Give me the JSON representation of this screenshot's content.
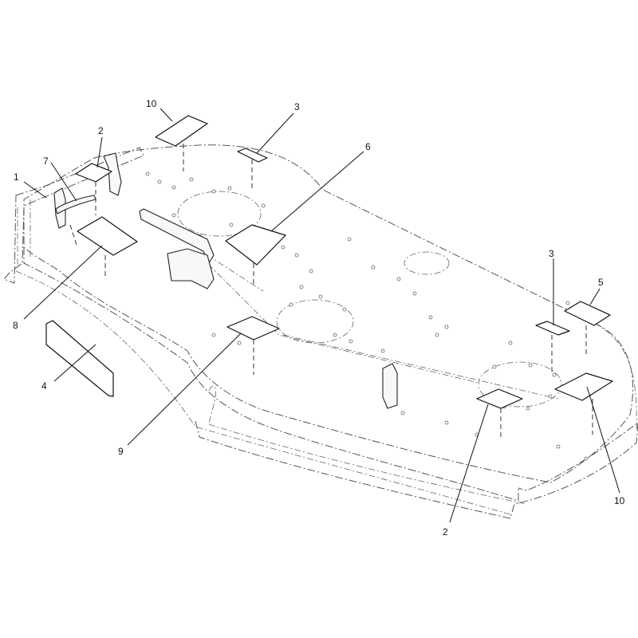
{
  "callouts": [
    {
      "id": "c1",
      "label": "1"
    },
    {
      "id": "c2a",
      "label": "2"
    },
    {
      "id": "c7",
      "label": "7"
    },
    {
      "id": "c10a",
      "label": "10"
    },
    {
      "id": "c3a",
      "label": "3"
    },
    {
      "id": "c6",
      "label": "6"
    },
    {
      "id": "c8",
      "label": "8"
    },
    {
      "id": "c4",
      "label": "4"
    },
    {
      "id": "c9",
      "label": "9"
    },
    {
      "id": "c3b",
      "label": "3"
    },
    {
      "id": "c5",
      "label": "5"
    },
    {
      "id": "c10b",
      "label": "10"
    },
    {
      "id": "c2b",
      "label": "2"
    }
  ]
}
